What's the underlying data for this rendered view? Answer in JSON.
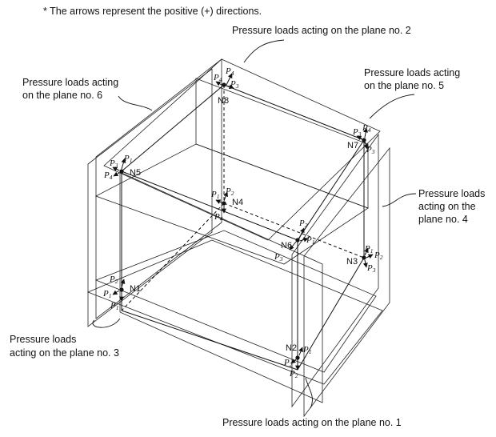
{
  "note": "* The arrows represent the positive (+) directions.",
  "labels": {
    "plane1": "Pressure loads acting on the plane no. 1",
    "plane2": "Pressure loads acting on the plane no. 2",
    "plane3_line1": "Pressure loads",
    "plane3_line2": "acting on the plane no. 3",
    "plane4_line1": "Pressure loads",
    "plane4_line2": "acting on the",
    "plane4_line3": "plane no. 4",
    "plane5_line1": "Pressure loads acting",
    "plane5_line2": "on the plane no. 5",
    "plane6_line1": "Pressure loads acting",
    "plane6_line2": "on the plane no. 6"
  },
  "nodes": {
    "n1": "N1",
    "n2": "N2",
    "n3": "N3",
    "n4": "N4",
    "n5": "N5",
    "n6": "N6",
    "n7": "N7",
    "n8": "N8"
  },
  "load_symbol": "P",
  "subscripts": {
    "s1": "1",
    "s2": "2",
    "s3": "3",
    "s4": "4"
  }
}
